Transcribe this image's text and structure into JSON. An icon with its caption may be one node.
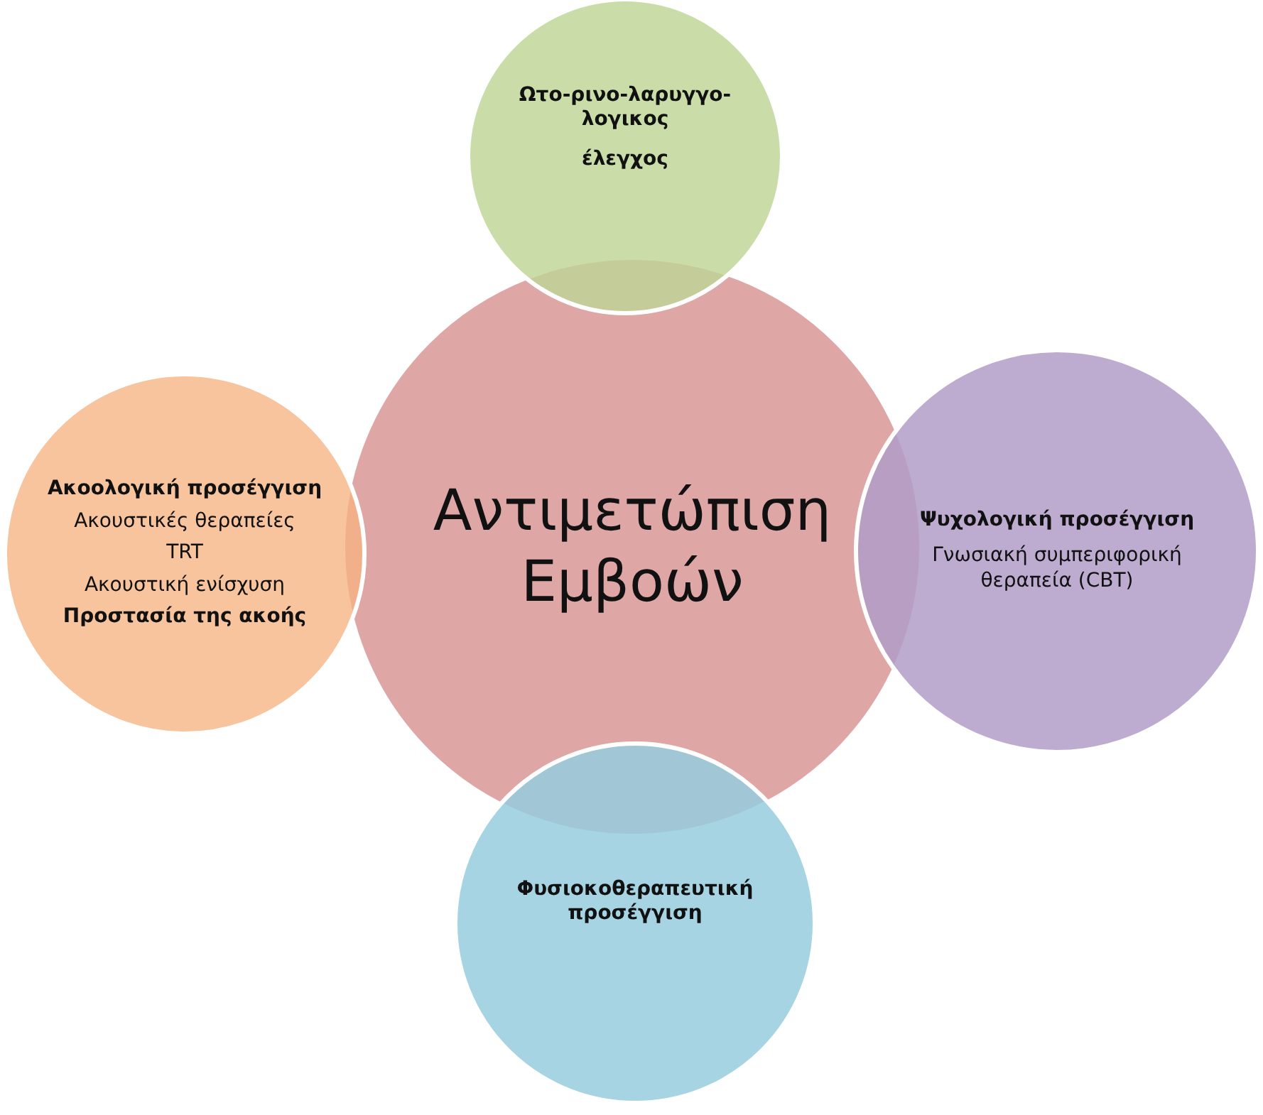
{
  "diagram": {
    "nodes": [
      {
        "text": [
          "Αντιμετώπιση Εμβοών"
        ]
      },
      {
        "text": [
          "Ωτο-ρινο-λαρυγγο-λογικος",
          "έλεγχος"
        ]
      },
      {
        "text": [
          "Ακοολογική προσέγγιση",
          "Ακουστικές θεραπείες",
          "TRT",
          "Ακουστική ενίσχυση",
          "Προστασία της ακοής"
        ]
      },
      {
        "text": [
          "Ψυχολογική προσέγγιση",
          "Γνωσιακή συμπεριφορική θεραπεία (CBT)"
        ]
      },
      {
        "text": [
          "Φυσιοκοθεραπευτική προσέγγιση"
        ]
      }
    ]
  }
}
